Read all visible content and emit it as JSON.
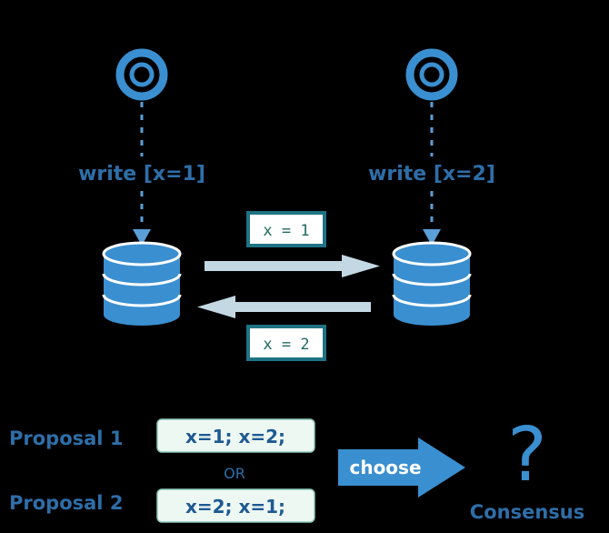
{
  "clients": {
    "left": {
      "write_label": "write [x=1]"
    },
    "right": {
      "write_label": "write [x=2]"
    }
  },
  "replication": {
    "forward_message": "x = 1",
    "backward_message": "x = 2"
  },
  "proposals": [
    {
      "label": "Proposal 1",
      "value": "x=1; x=2;"
    },
    {
      "label": "Proposal 2",
      "value": "x=2; x=1;"
    }
  ],
  "or_label": "OR",
  "choose_label": "choose",
  "result": {
    "symbol": "?",
    "label": "Consensus"
  },
  "colors": {
    "primary": "#3a8fd0",
    "text": "#2e6ea8",
    "arrow": "#c3d8e3",
    "box_border": "#1f7384",
    "box_fill": "#eef8f3",
    "background": "#000000"
  }
}
